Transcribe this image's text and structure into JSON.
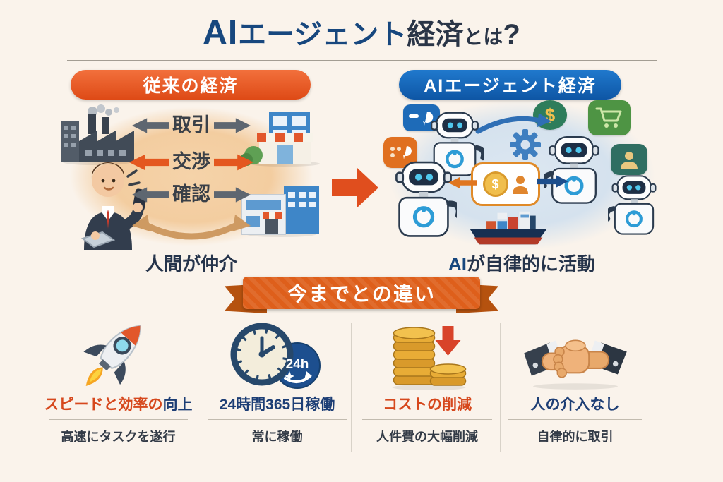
{
  "page_title": {
    "ai": "AI",
    "agent": "エージェント",
    "keizai": "経済",
    "towa": "とは",
    "q": "?"
  },
  "left_panel": {
    "header": "従来の経済",
    "arrow_rows": [
      {
        "label": "取引",
        "arrow_color": "#5E6670"
      },
      {
        "label": "交渉",
        "arrow_color": "#E4571F"
      },
      {
        "label": "確認",
        "arrow_color": "#5E6670"
      }
    ],
    "caption": "人間が仲介",
    "icons": [
      "factory-icon",
      "businessman-icon",
      "storefront-icon",
      "office-building-icon",
      "two-way-curved-arrow-icon"
    ]
  },
  "center": {
    "icon": "right-block-arrow-icon"
  },
  "right_panel": {
    "header": "AIエージェント経済",
    "caption_ai": "AI",
    "caption_rest": "が自律的に活動",
    "icons": [
      "robot-icon",
      "chat-bubble-icon",
      "dollar-bubble-icon",
      "cart-bubble-icon",
      "user-bubble-icon",
      "gear-icon",
      "negotiation-bubble-icon",
      "cargo-ship-icon",
      "curved-arrow-icon"
    ]
  },
  "ribbon": {
    "label": "今までとの違い"
  },
  "features": [
    {
      "icon": "rocket-icon",
      "title_accent": "スピードと効率の",
      "title_rest": "向上",
      "subtitle": "高速にタスクを遂行"
    },
    {
      "icon": "clock-24h-icon",
      "title_accent": "",
      "title_rest": "24時間365日稼働",
      "subtitle": "常に稼働",
      "badge": "24h"
    },
    {
      "icon": "coins-decrease-icon",
      "title_accent": "コストの削減",
      "title_rest": "",
      "subtitle": "人件費の大幅削減"
    },
    {
      "icon": "handshake-icon",
      "title_accent": "",
      "title_rest": "人の介入なし",
      "subtitle": "自律的に取引"
    }
  ],
  "symbols": {
    "dollar": "$"
  },
  "colors": {
    "background": "#FAF3EB",
    "title_blue": "#17477E",
    "title_dark": "#2A3547",
    "orange": "#E2551F",
    "blue": "#1468B8",
    "navy_text": "#1D3E75",
    "red_text": "#D6481D",
    "divider": "#A39D93"
  }
}
